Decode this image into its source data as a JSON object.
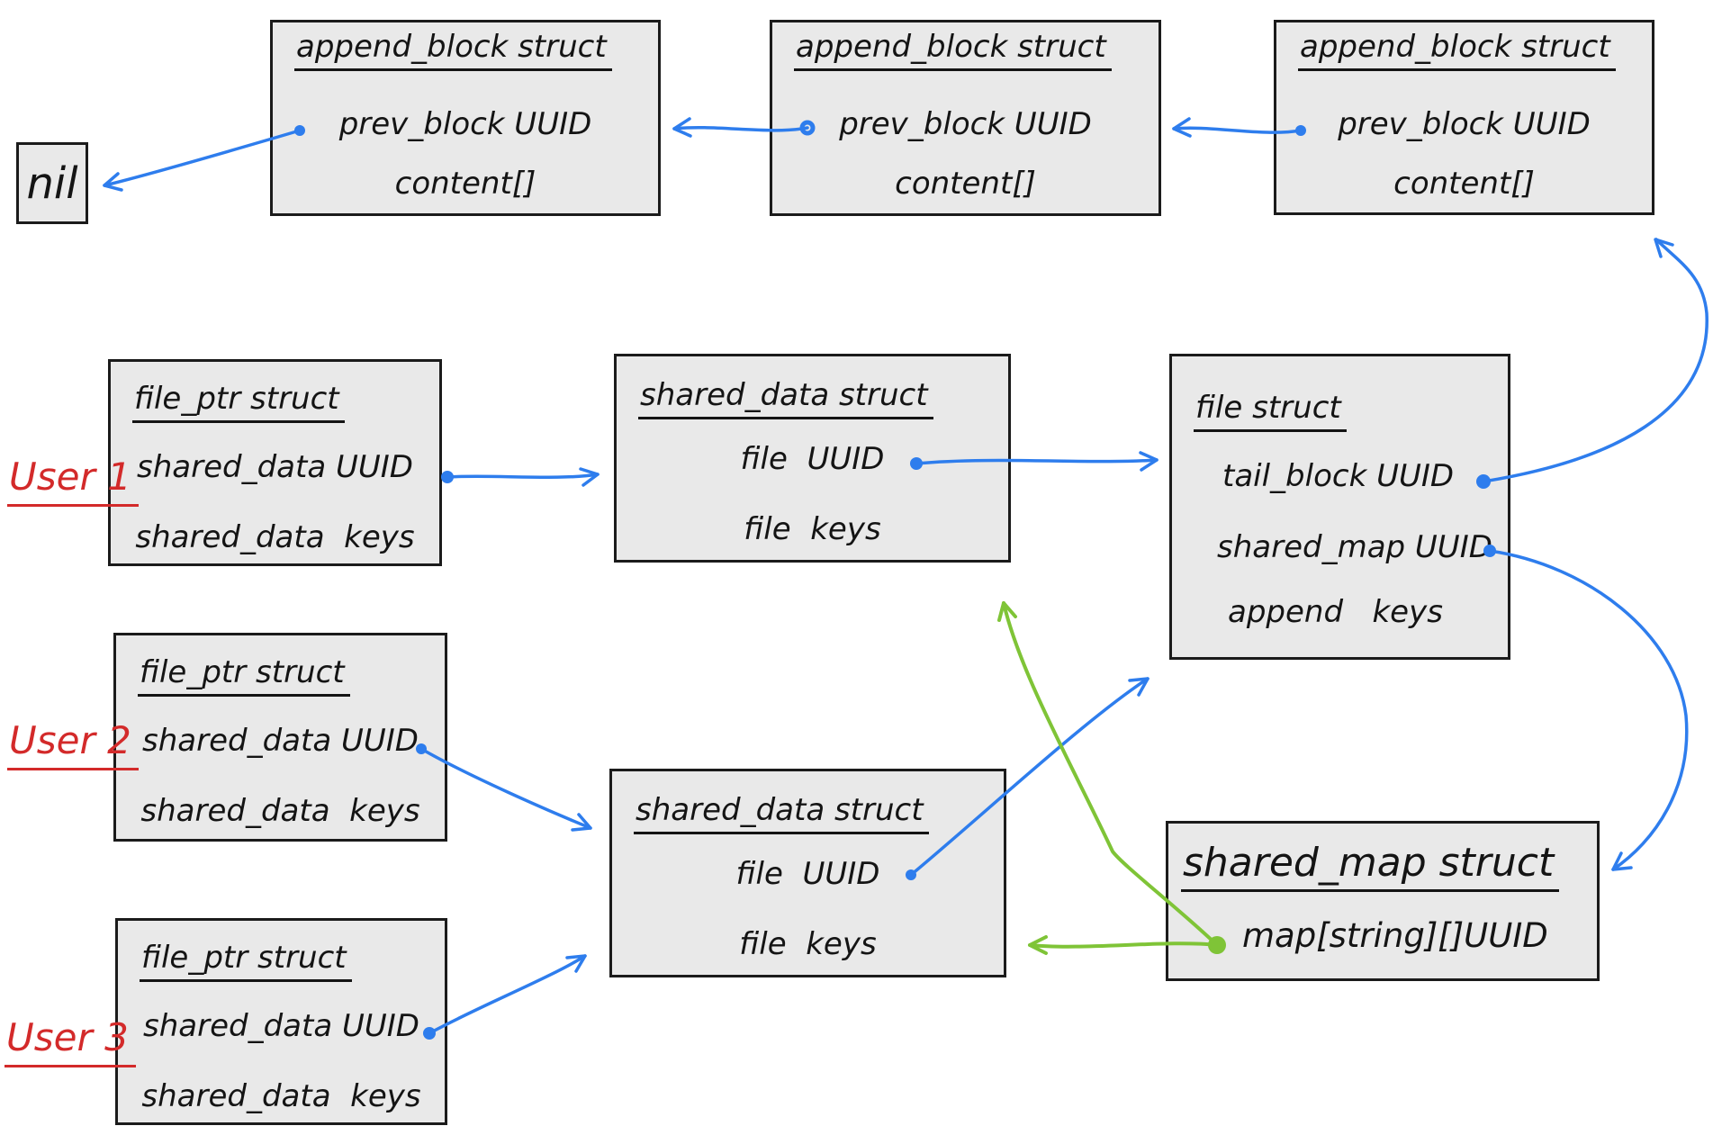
{
  "colors": {
    "blue": "#2e7ded",
    "green": "#7fc437",
    "red": "#d32a2a",
    "box_fill": "#e9e9e9",
    "box_border": "#1b1b1b",
    "ink": "#141414"
  },
  "nil_label": "nil",
  "users": {
    "user1": "User 1",
    "user2": "User 2",
    "user3": "User 3"
  },
  "boxes": {
    "append1": {
      "title": "append_block struct",
      "field1": "prev_block UUID",
      "field2": "content[]"
    },
    "append2": {
      "title": "append_block struct",
      "field1": "prev_block UUID",
      "field2": "content[]"
    },
    "append3": {
      "title": "append_block struct",
      "field1": "prev_block UUID",
      "field2": "content[]"
    },
    "fileptr1": {
      "title": "file_ptr struct",
      "field1": "shared_data UUID",
      "field2": "shared_data  keys"
    },
    "fileptr2": {
      "title": "file_ptr struct",
      "field1": "shared_data UUID",
      "field2": "shared_data  keys"
    },
    "fileptr3": {
      "title": "file_ptr struct",
      "field1": "shared_data UUID",
      "field2": "shared_data  keys"
    },
    "shared1": {
      "title": "shared_data struct",
      "field1": "file  UUID",
      "field2": "file  keys"
    },
    "shared2": {
      "title": "shared_data struct",
      "field1": "file  UUID",
      "field2": "file  keys"
    },
    "file": {
      "title": "file struct",
      "field1": "tail_block UUID",
      "field2": "shared_map UUID",
      "field3": "append   keys"
    },
    "map": {
      "title": "shared_map struct",
      "field1": "map[string][]UUID"
    }
  },
  "edges": [
    "append_block_1.prev_block -> nil",
    "append_block_2.prev_block -> append_block_1",
    "append_block_3.prev_block -> append_block_2",
    "user1.file_ptr.shared_data -> shared_data_1",
    "shared_data_1.file -> file_struct",
    "user2.file_ptr.shared_data -> shared_data_2",
    "user3.file_ptr.shared_data -> shared_data_2",
    "shared_data_2.file -> file_struct",
    "file_struct.tail_block -> append_block_3",
    "file_struct.shared_map -> shared_map_struct",
    "shared_map.map -> shared_data_2",
    "shared_map.map -> shared_data_1"
  ]
}
